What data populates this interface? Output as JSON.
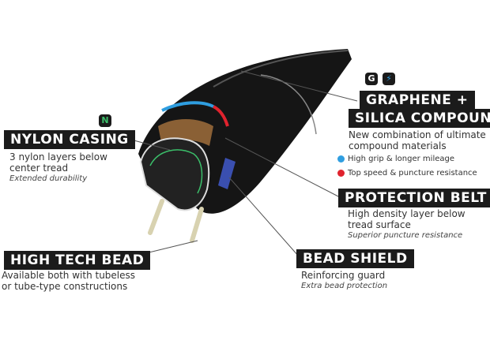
{
  "colors": {
    "blue": "#2f9ee0",
    "red": "#e0232e",
    "badge": "#1b1b1b"
  },
  "graphene": {
    "title_line1": "GRAPHENE +",
    "title_line2": "SILICA COMPOUND",
    "desc": "New combination of ultimate compound materials",
    "bullets": [
      {
        "text": "High grip & longer mileage",
        "color": "#2f9ee0"
      },
      {
        "text": "Top speed & puncture resistance",
        "color": "#e0232e"
      }
    ]
  },
  "protection": {
    "title": "PROTECTION BELT",
    "desc": "High density layer below tread surface",
    "note": "Superior puncture resistance"
  },
  "bead_shield": {
    "title": "BEAD SHIELD",
    "desc": "Reinforcing guard",
    "note": "Extra bead protection"
  },
  "nylon": {
    "title": "NYLON CASING",
    "desc": "3 nylon layers below center tread",
    "note": "Extended durability"
  },
  "bead": {
    "title": "HIGH TECH BEAD",
    "desc": "Available both with tubeless or tube-type constructions"
  }
}
